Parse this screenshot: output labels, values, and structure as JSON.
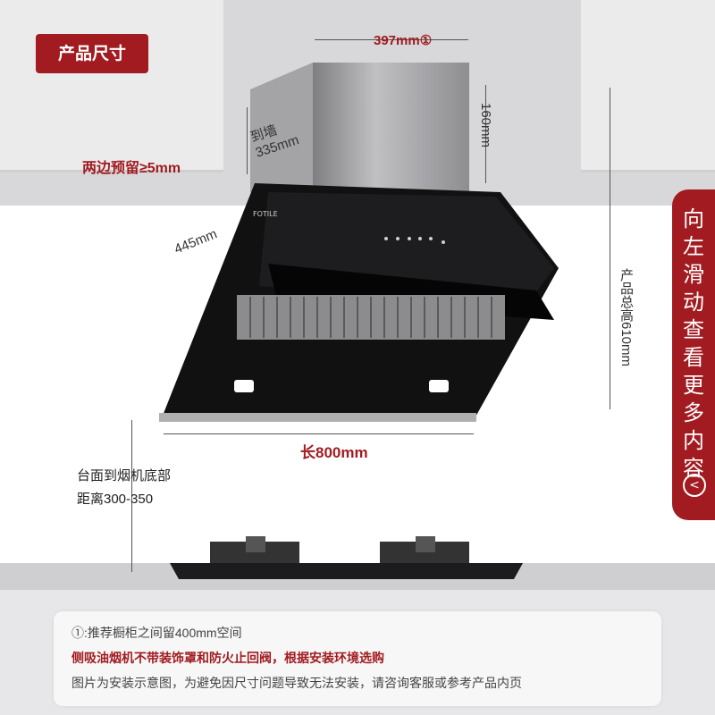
{
  "badge": {
    "title": "产品尺寸"
  },
  "dimensions": {
    "top_width": "397mm①",
    "depth_to_wall": "到墙\n335mm",
    "duct_height": "160mm",
    "side_clearance": "两边预留≥5mm",
    "hood_depth": "445mm",
    "total_height": "产品总高610mm",
    "length": "长800mm",
    "mount_distance": {
      "line1": "台面到烟机底部",
      "line2": "距离300-350"
    }
  },
  "side_tab": {
    "label": "向左滑动查看更多内容",
    "arrow": "<"
  },
  "notes": {
    "line1": "①:推荐橱柜之间留400mm空间",
    "line2": "侧吸油烟机不带装饰罩和防火止回阀，根据安装环境选购",
    "line3": "图片为安装示意图，为避免因尺寸问题导致无法安装，请咨询客服或参考产品内页"
  },
  "brand": {
    "logo_text": "FOTILE"
  },
  "colors": {
    "accent": "#a11b20",
    "hood_black": "#0e0e0f",
    "steel": "#9a9a9c"
  }
}
